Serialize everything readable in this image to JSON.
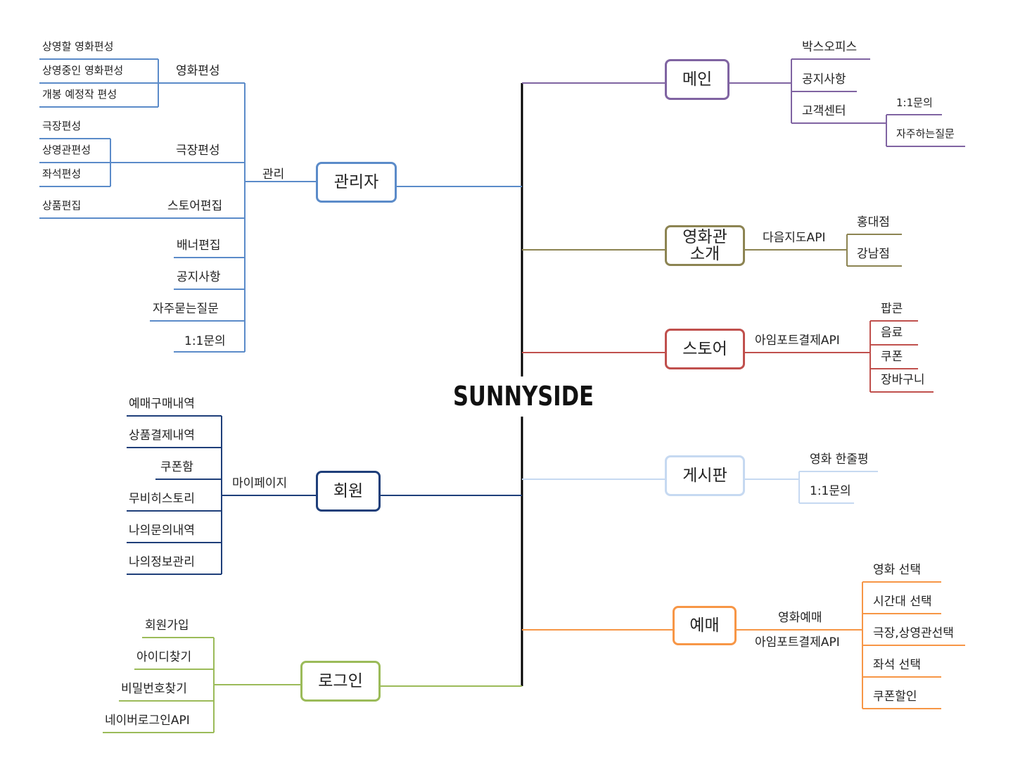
{
  "logo": {
    "text": "SUNNYSIDE",
    "dot_color": "#f5a623"
  },
  "colors": {
    "admin": "#5b8bc9",
    "member": "#1f3f7a",
    "login": "#9bbb59",
    "main": "#8064a2",
    "cinema": "#8c8452",
    "store": "#c0504d",
    "board": "#c6d9f1",
    "booking": "#f79646"
  },
  "left": {
    "admin": {
      "title": "관리자",
      "connector": "관리",
      "movie": {
        "label": "영화편성",
        "items": [
          "상영할 영화편성",
          "상영중인 영화편성",
          "개봉 예정작 편성"
        ]
      },
      "theater": {
        "label": "극장편성",
        "items": [
          "극장편성",
          "상영관편성",
          "좌석편성"
        ]
      },
      "store": {
        "label": "스토어편집",
        "items": [
          "상품편집"
        ]
      },
      "others": [
        "배너편집",
        "공지사항",
        "자주묻는질문",
        "1:1문의"
      ]
    },
    "member": {
      "title": "회원",
      "connector": "마이페이지",
      "items": [
        "예매구매내역",
        "상품결제내역",
        "쿠폰함",
        "무비히스토리",
        "나의문의내역",
        "나의정보관리"
      ]
    },
    "login": {
      "title": "로그인",
      "items": [
        "회원가입",
        "아이디찾기",
        "비밀번호찾기",
        "네이버로그인API"
      ]
    }
  },
  "right": {
    "main": {
      "title": "메인",
      "items": [
        "박스오피스",
        "공지사항",
        "고객센터"
      ],
      "support": [
        "1:1문의",
        "자주하는질문"
      ]
    },
    "cinema": {
      "title": "영화관\n소개",
      "connector": "다음지도API",
      "items": [
        "홍대점",
        "강남점"
      ]
    },
    "store": {
      "title": "스토어",
      "connector": "아임포트결제API",
      "items": [
        "팝콘",
        "음료",
        "쿠폰",
        "장바구니"
      ]
    },
    "board": {
      "title": "게시판",
      "items": [
        "영화 한줄평",
        "1:1문의"
      ]
    },
    "booking": {
      "title": "예매",
      "connector": "영화예매",
      "connector2": "아임포트결제API",
      "items": [
        "영화 선택",
        "시간대 선택",
        "극장,상영관선택",
        "좌석 선택",
        "쿠폰할인"
      ]
    }
  }
}
